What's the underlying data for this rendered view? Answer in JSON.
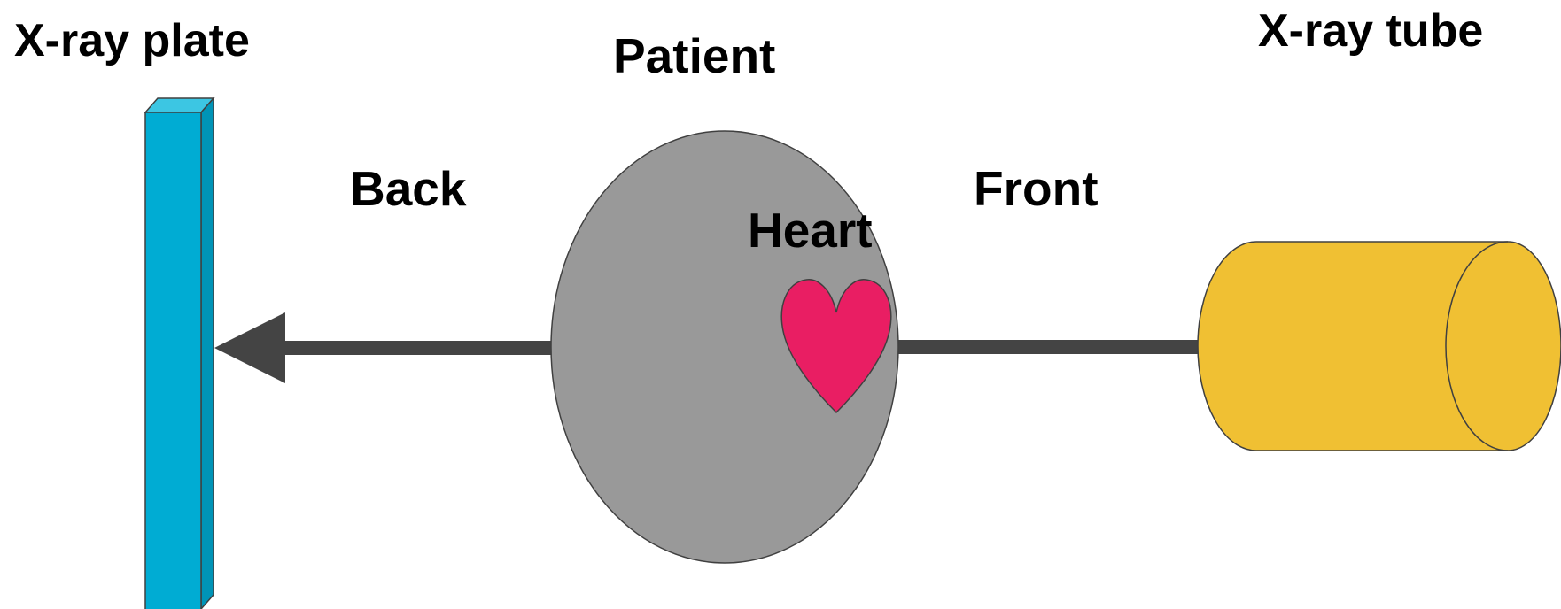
{
  "labels": {
    "xray_plate": "X-ray plate",
    "patient": "Patient",
    "xray_tube": "X-ray tube",
    "back": "Back",
    "front": "Front",
    "heart": "Heart"
  },
  "colors": {
    "plate_front": "#00acd3",
    "plate_side": "#0094b7",
    "plate_top": "#3cc6e3",
    "patient": "#999999",
    "heart": "#e91e63",
    "tube": "#f0c033",
    "beam": "#444444",
    "outline": "#404040"
  }
}
